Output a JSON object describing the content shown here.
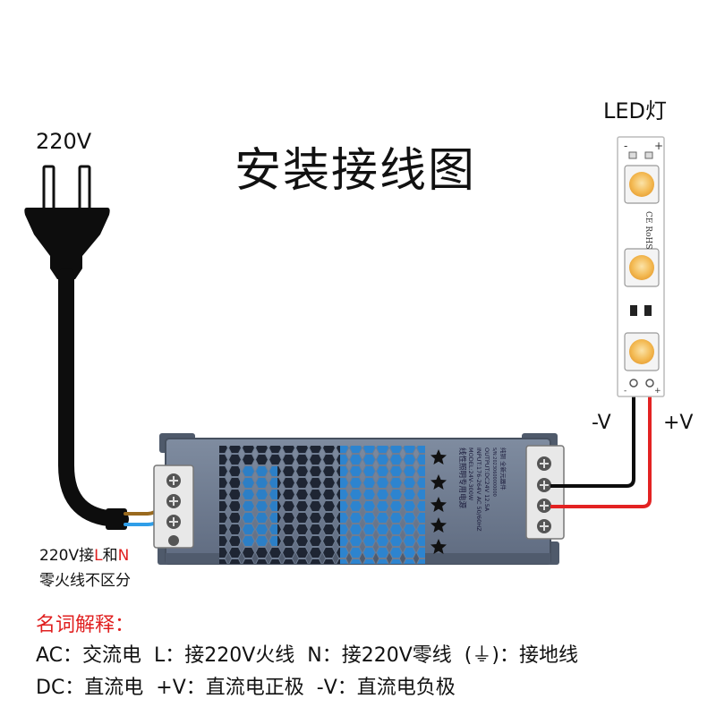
{
  "title": "安装接线图",
  "plug": {
    "voltage_label": "220V"
  },
  "led": {
    "label": "LED灯",
    "strip_marks": {
      "minus": "-",
      "plus": "+",
      "cert": "CE RoHS"
    }
  },
  "output": {
    "neg_label": "-V",
    "pos_label": "+V"
  },
  "input_note": {
    "prefix": "220V接",
    "L": "L",
    "mid": "和",
    "N": "N",
    "line2": "零火线不区分"
  },
  "psu_label": {
    "name": "线性照明专用电源",
    "model": "MODEL:24V-300W",
    "input": "INPUT:176-264V AC 50/60HZ",
    "output": "OUTPUT:DC24V 12.5A",
    "serial": "S/N:20230600000000",
    "brand": "纯铜 全新元器件"
  },
  "glossary": {
    "title": "名词解释：",
    "line1": "AC：交流电  L：接220V火线  N：接220V零线  (⏚)：接地线",
    "line2": "DC：直流电  +V：直流电正极  -V：直流电负极"
  },
  "colors": {
    "red_accent": "#e02020",
    "wire_brown": "#9a6a1e",
    "wire_blue": "#2f9ee8",
    "wire_red": "#e32222",
    "psu_body": "#6f7d92",
    "led_chip": "#f5c26a"
  }
}
